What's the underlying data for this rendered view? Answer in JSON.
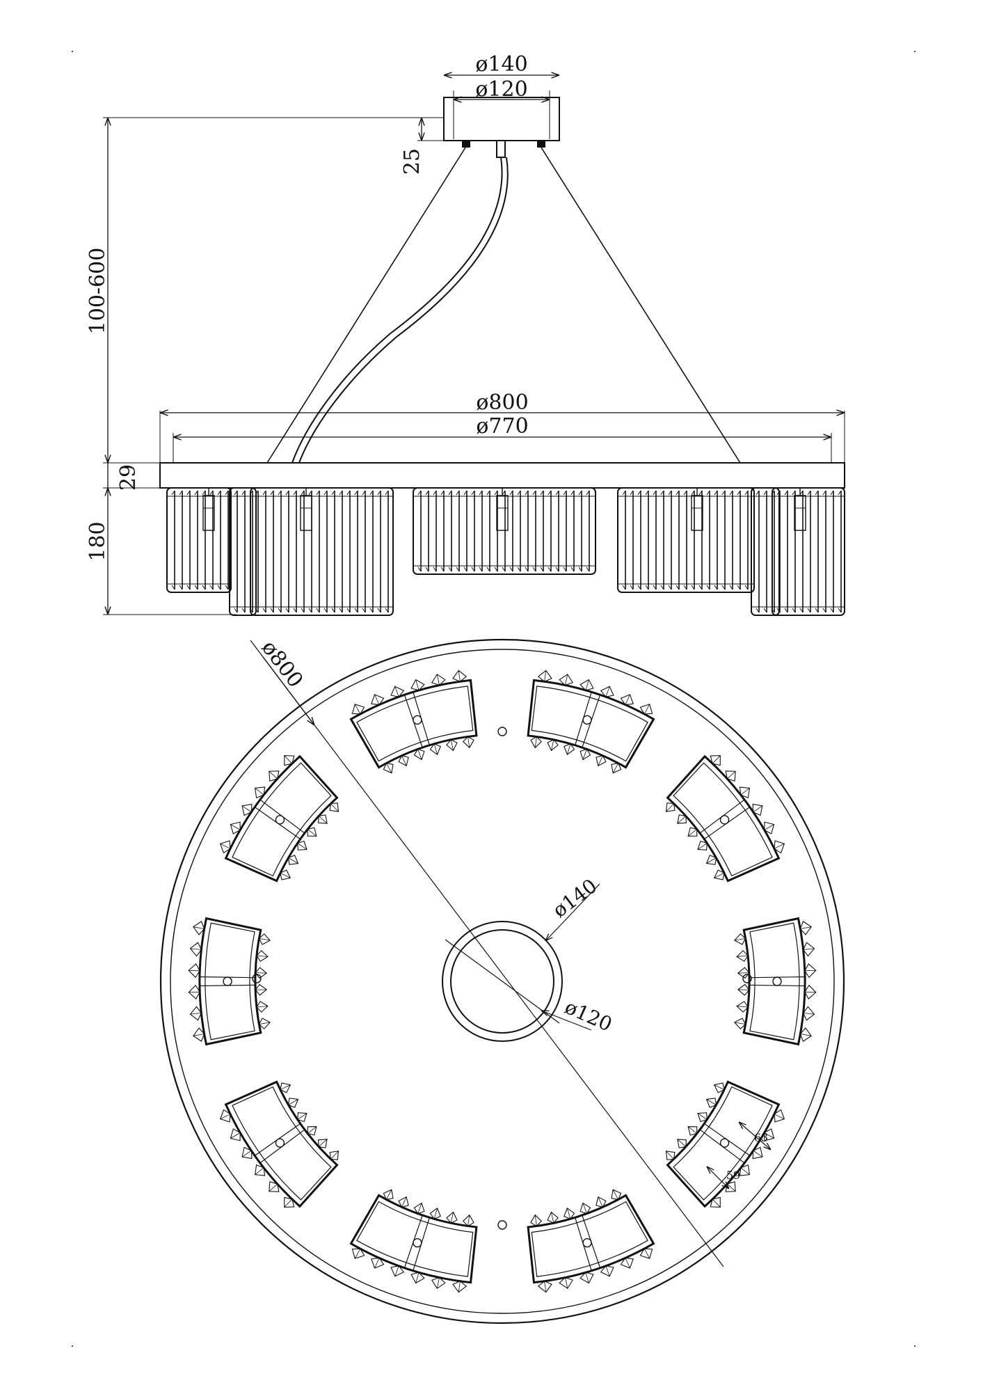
{
  "diagram": {
    "side_view": {
      "canopy_outer_diameter": "ø140",
      "canopy_inner_diameter": "ø120",
      "canopy_height": "25",
      "suspension_length": "100-600",
      "ring_outer_diameter": "ø800",
      "ring_inner_diameter": "ø770",
      "ring_height": "29",
      "shade_height": "180"
    },
    "top_view": {
      "outer_diameter": "ø800",
      "canopy_outer_diameter": "ø140",
      "canopy_inner_diameter": "ø120",
      "shade_width_outer": "63",
      "shade_width_inner": "59",
      "shade_count": 10
    },
    "line_color": "#111111"
  }
}
